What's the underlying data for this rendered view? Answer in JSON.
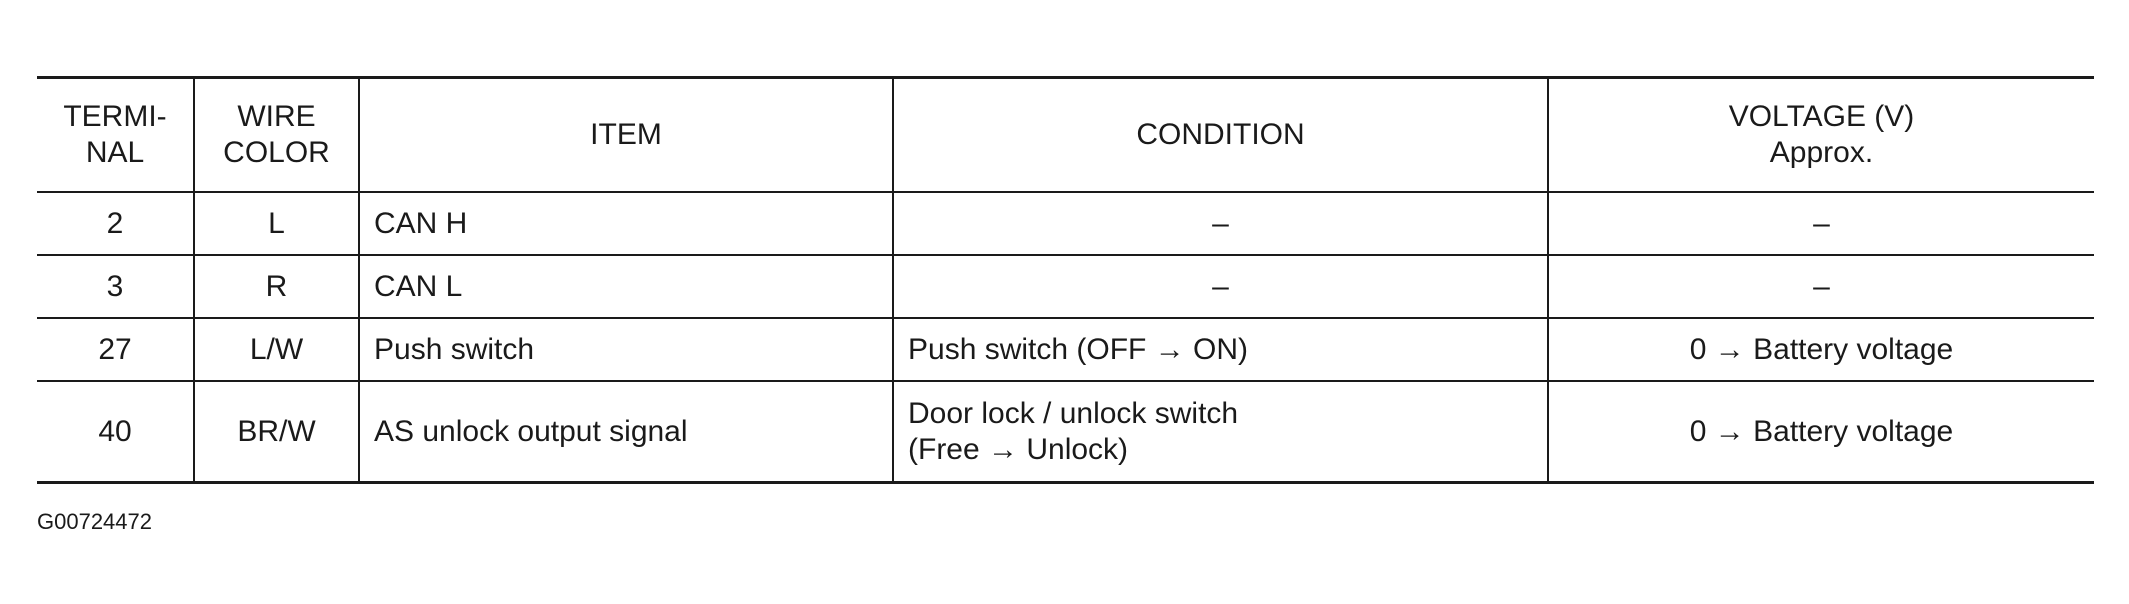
{
  "table": {
    "headers": {
      "terminal": [
        "TERMI-",
        "NAL"
      ],
      "wire_color": [
        "WIRE",
        "COLOR"
      ],
      "item": "ITEM",
      "condition": "CONDITION",
      "voltage": [
        "VOLTAGE (V)",
        "Approx."
      ]
    },
    "rows": [
      {
        "terminal": "2",
        "wire_color": "L",
        "item": "CAN H",
        "condition": [
          "–"
        ],
        "voltage": "–"
      },
      {
        "terminal": "3",
        "wire_color": "R",
        "item": "CAN L",
        "condition": [
          "–"
        ],
        "voltage": "–"
      },
      {
        "terminal": "27",
        "wire_color": "L/W",
        "item": "Push switch",
        "condition": [
          "Push switch (OFF → ON)"
        ],
        "voltage": "0 → Battery voltage"
      },
      {
        "terminal": "40",
        "wire_color": "BR/W",
        "item": "AS unlock output signal",
        "condition": [
          "Door lock / unlock switch",
          "(Free → Unlock)"
        ],
        "voltage": "0 → Battery voltage"
      }
    ]
  },
  "figure_id": "G00724472"
}
